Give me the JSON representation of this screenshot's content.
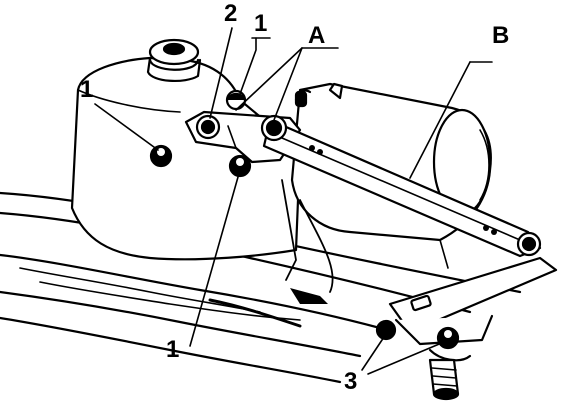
{
  "callouts": {
    "screw_top_left": "1",
    "screw_top_right": "1",
    "screw_bottom": "1",
    "nut_top": "2",
    "nuts_bottom": "3",
    "pivot_a": "A",
    "link_b": "B"
  },
  "colors": {
    "ink": "#000000",
    "paper": "#ffffff"
  }
}
